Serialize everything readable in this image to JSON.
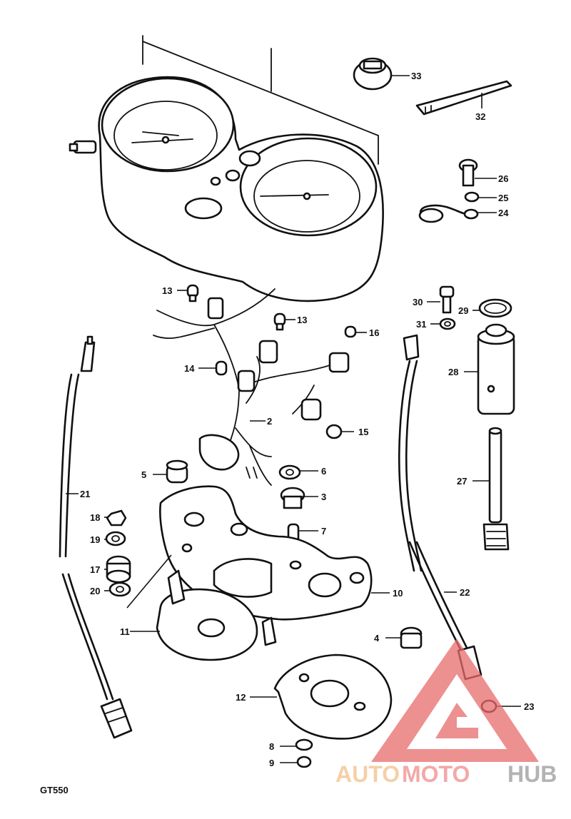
{
  "model_label": "GT550",
  "watermark": {
    "text_a": "AUTO",
    "text_b": "MOTO",
    "text_c": "HUB",
    "color_a": "#f3c08a",
    "color_b": "#ef8b8b",
    "color_c": "#9a9a9a",
    "logo_color": "#e86b6b"
  },
  "callouts": [
    {
      "id": "33",
      "label": "33"
    },
    {
      "id": "32",
      "label": "32"
    },
    {
      "id": "26",
      "label": "26"
    },
    {
      "id": "25",
      "label": "25"
    },
    {
      "id": "24",
      "label": "24"
    },
    {
      "id": "13a",
      "label": "13"
    },
    {
      "id": "13b",
      "label": "13"
    },
    {
      "id": "16",
      "label": "16"
    },
    {
      "id": "30",
      "label": "30"
    },
    {
      "id": "29",
      "label": "29"
    },
    {
      "id": "31",
      "label": "31"
    },
    {
      "id": "14",
      "label": "14"
    },
    {
      "id": "28",
      "label": "28"
    },
    {
      "id": "2",
      "label": "2"
    },
    {
      "id": "15",
      "label": "15"
    },
    {
      "id": "5",
      "label": "5"
    },
    {
      "id": "6",
      "label": "6"
    },
    {
      "id": "27",
      "label": "27"
    },
    {
      "id": "21",
      "label": "21"
    },
    {
      "id": "3",
      "label": "3"
    },
    {
      "id": "18",
      "label": "18"
    },
    {
      "id": "19",
      "label": "19"
    },
    {
      "id": "7",
      "label": "7"
    },
    {
      "id": "17",
      "label": "17"
    },
    {
      "id": "20",
      "label": "20"
    },
    {
      "id": "10",
      "label": "10"
    },
    {
      "id": "22",
      "label": "22"
    },
    {
      "id": "11",
      "label": "11"
    },
    {
      "id": "4",
      "label": "4"
    },
    {
      "id": "12",
      "label": "12"
    },
    {
      "id": "23",
      "label": "23"
    },
    {
      "id": "8",
      "label": "8"
    },
    {
      "id": "9",
      "label": "9"
    }
  ]
}
